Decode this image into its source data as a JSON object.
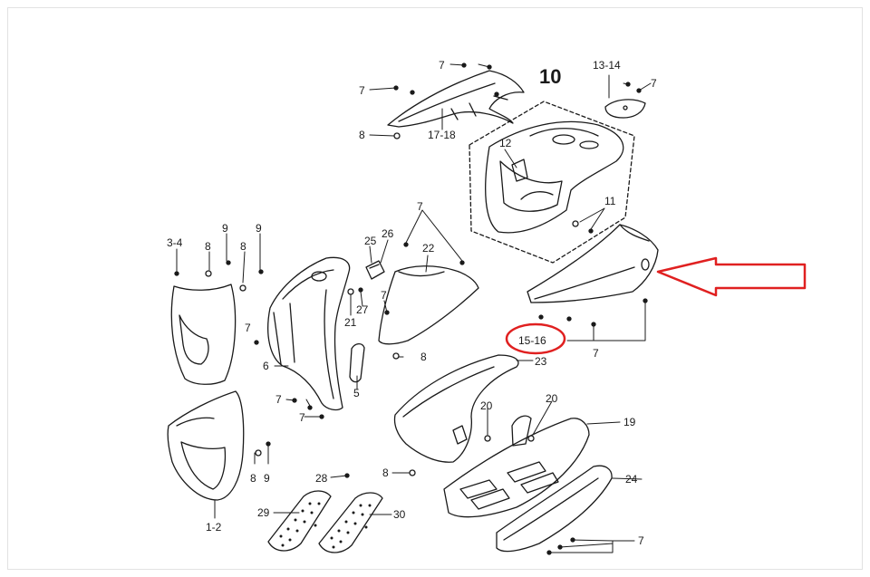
{
  "diagram": {
    "highlight_color": "#e02020",
    "line_color": "#1a1a1a",
    "labels": {
      "l_7_a": "7",
      "l_7_b": "7",
      "l_8_top": "8",
      "l_17_18": "17-18",
      "l_10": "10",
      "l_12": "12",
      "l_13_14": "13-14",
      "l_7_c": "7",
      "l_11": "11",
      "l_7_d": "7",
      "l_3_4": "3-4",
      "l_8_a": "8",
      "l_9_a": "9",
      "l_9_b": "9",
      "l_8_b": "8",
      "l_25": "25",
      "l_26": "26",
      "l_22": "22",
      "l_7_e": "7",
      "l_21": "21",
      "l_27": "27",
      "l_8_c": "8",
      "l_6": "6",
      "l_5": "5",
      "l_7_f": "7",
      "l_7_g": "7",
      "l_15_16": "15-16",
      "l_7_h": "7",
      "l_23": "23",
      "l_20_a": "20",
      "l_20_b": "20",
      "l_19": "19",
      "l_8_d": "8",
      "l_9_c": "9",
      "l_8_e": "8",
      "l_28": "28",
      "l_24": "24",
      "l_1_2": "1-2",
      "l_29": "29",
      "l_30": "30",
      "l_7_i": "7",
      "l_7_j": "7"
    }
  }
}
